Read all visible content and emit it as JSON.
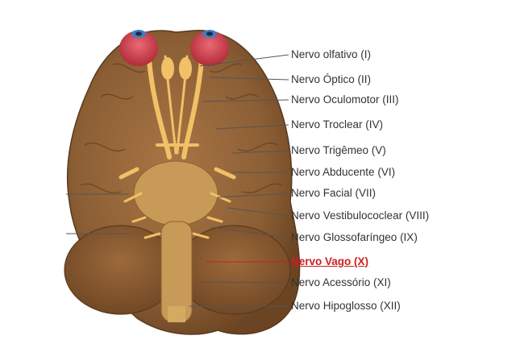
{
  "labels": [
    {
      "text": "Nervo olfativo (I)",
      "highlight": false
    },
    {
      "text": "Nervo Óptico (II)",
      "highlight": false
    },
    {
      "text": "Nervo Oculomotor (III)",
      "highlight": false
    },
    {
      "text": "Nervo Troclear (IV)",
      "highlight": false
    },
    {
      "text": "Nervo Trigêmeo (V)",
      "highlight": false
    },
    {
      "text": "Nervo Abducente (VI)",
      "highlight": false
    },
    {
      "text": "Nervo Facial (VII)",
      "highlight": false
    },
    {
      "text": "Nervo Vestibulococlear (VIII)",
      "highlight": false
    },
    {
      "text": "Nervo Glossofaríngeo (IX)",
      "highlight": false
    },
    {
      "text": "Nervo Vago (X)",
      "highlight": true
    },
    {
      "text": "Nervo Acessório (XI)",
      "highlight": false
    },
    {
      "text": "Nervo Hipoglosso (XII)",
      "highlight": false
    }
  ],
  "colors": {
    "brain": "#8b5e34",
    "brain_light": "#a87645",
    "brain_dark": "#6b4423",
    "nerve": "#f2c066",
    "eye": "#d63c4a",
    "iris": "#3d7ec2",
    "leader": "#555555",
    "highlight": "#cc1f1f"
  }
}
